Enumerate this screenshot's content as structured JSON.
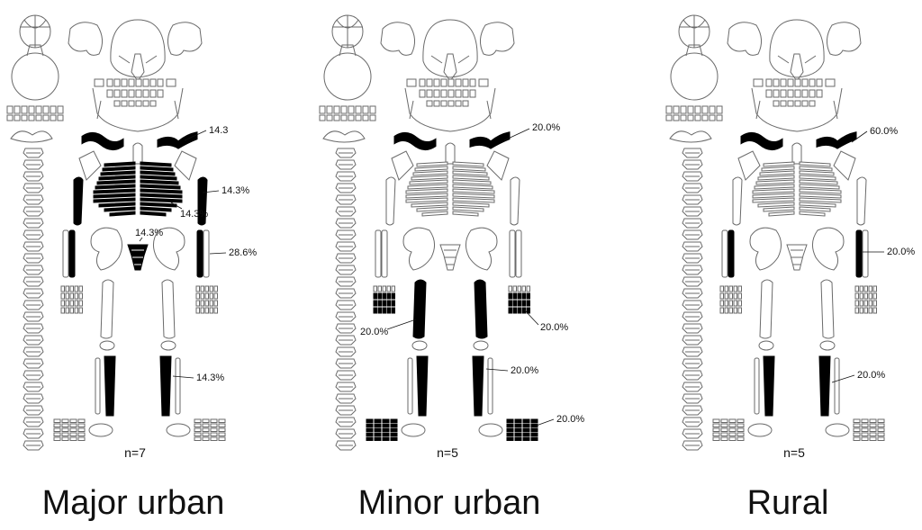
{
  "panels": [
    {
      "title": "Major urban",
      "n_label": "n=7",
      "annotations": [
        "14.3",
        "14.3%",
        "14.3%",
        "14.3%",
        "28.6%",
        "14.3%"
      ],
      "affected": [
        "clavicles",
        "ribs",
        "humerus_left",
        "humerus_right",
        "sacrum",
        "radius_ulna_left",
        "radius_ulna_right",
        "tibia_left",
        "tibia_right"
      ]
    },
    {
      "title": "Minor urban",
      "n_label": "n=5",
      "annotations": [
        "20.0%",
        "20.0%",
        "20.0%",
        "20.0%",
        "20.0%"
      ],
      "affected": [
        "clavicles",
        "hand_left",
        "hand_right",
        "femur_left",
        "femur_right",
        "tibia_left",
        "tibia_right",
        "foot_left",
        "foot_right"
      ]
    },
    {
      "title": "Rural",
      "n_label": "n=5",
      "annotations": [
        "60.0%",
        "20.0%",
        "20.0%"
      ],
      "affected": [
        "clavicles",
        "radius_ulna_left",
        "radius_ulna_right",
        "tibia_left",
        "tibia_right"
      ]
    }
  ],
  "colors": {
    "affected": "#000000",
    "outline": "#6a6a6a",
    "text": "#111111"
  }
}
